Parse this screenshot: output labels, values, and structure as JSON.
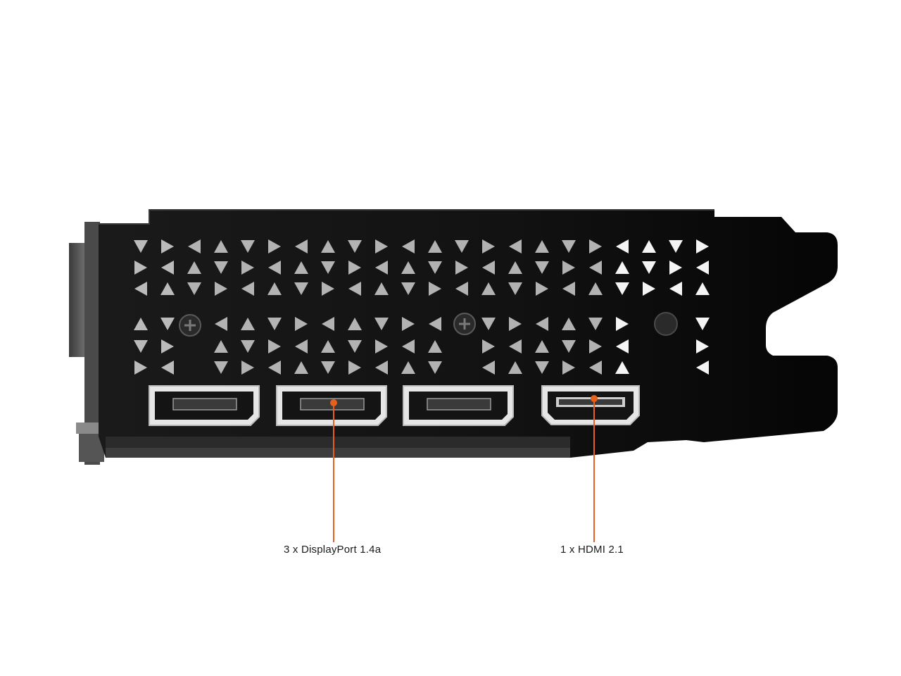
{
  "product": {
    "subject": "graphics-card-io-bracket",
    "colors": {
      "background": "#ffffff",
      "bracket": "#141414",
      "bracket_edge": "#2b2b2b",
      "vent_light": "#f2f2f2",
      "port_metal": "#d9d9d9",
      "callout": "#e8601c",
      "label_text": "#1a1a1a"
    }
  },
  "callouts": [
    {
      "id": "displayport",
      "label": "3 x DisplayPort 1.4a"
    },
    {
      "id": "hdmi",
      "label": "1 x HDMI 2.1"
    }
  ]
}
